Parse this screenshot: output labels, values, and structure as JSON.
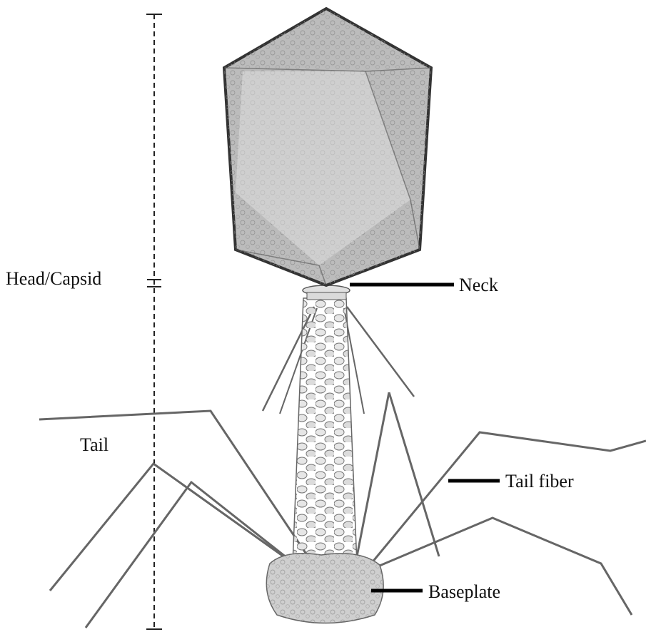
{
  "labels": {
    "head_capsid": "Head/Capsid",
    "neck": "Neck",
    "tail": "Tail",
    "tail_fiber": "Tail fiber",
    "baseplate": "Baseplate"
  },
  "colors": {
    "background": "#ffffff",
    "capsid_fill": "#b9b9b9",
    "capsid_edge": "#3a3a3a",
    "tail_fill": "#d2d2d2",
    "outline": "#555555",
    "leader": "#000000"
  }
}
